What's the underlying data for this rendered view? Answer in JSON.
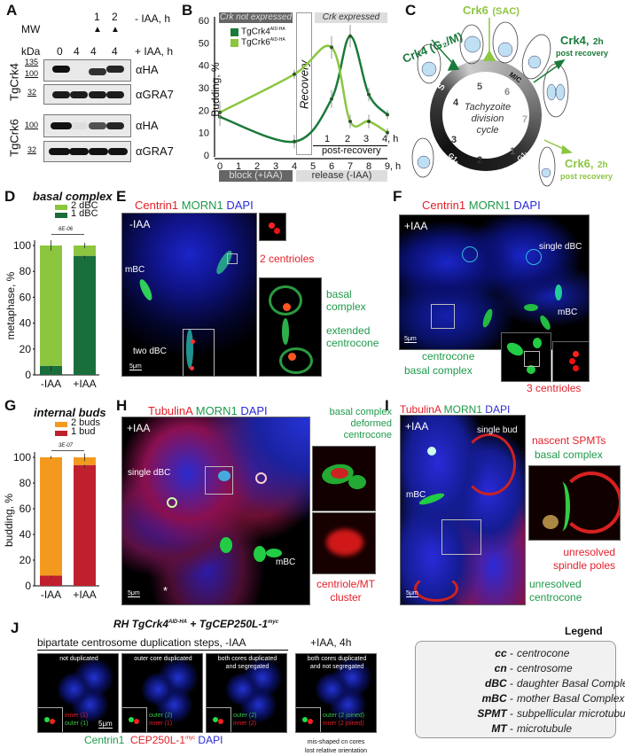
{
  "panel_labels": {
    "A": "A",
    "B": "B",
    "C": "C",
    "D": "D",
    "E": "E",
    "F": "F",
    "G": "G",
    "H": "H",
    "I": "I",
    "J": "J"
  },
  "panel_A": {
    "mw": "MW",
    "kda": "kDa",
    "minus_iaa": "- IAA, h",
    "plus_iaa": "+ IAA, h",
    "recovery_hours": [
      "1",
      "2"
    ],
    "lanes": [
      "0",
      "4",
      "4",
      "4"
    ],
    "rows": [
      {
        "protein": "TgCrk4",
        "blots": [
          {
            "antibody": "αHA",
            "markers": [
              "135",
              "100"
            ],
            "band_intensity": [
              1,
              0,
              0.85,
              0.9
            ]
          },
          {
            "antibody": "αGRA7",
            "markers": [
              "32"
            ],
            "band_intensity": [
              0.95,
              0.95,
              0.95,
              0.95
            ]
          }
        ]
      },
      {
        "protein": "TgCrk6",
        "blots": [
          {
            "antibody": "αHA",
            "markers": [
              "100"
            ],
            "band_intensity": [
              1,
              0.05,
              0.7,
              0.9
            ]
          },
          {
            "antibody": "αGRA7",
            "markers": [
              "32"
            ],
            "band_intensity": [
              1,
              1,
              1,
              1
            ]
          }
        ]
      }
    ]
  },
  "panel_B": {
    "top_left_band": "Crk not expressed",
    "top_right_band": "Crk expressed",
    "recovery": "Recovery",
    "post_ticks": [
      "1",
      "2",
      "3",
      "4, h"
    ],
    "post_label": "post-recovery",
    "block_label": "block (+IAA)",
    "release_label": "release (-IAA)"
  },
  "panel_C": {
    "crk4_g2m": "Crk4 (G₂/M)",
    "crk6_sac_name": "Crk6",
    "crk6_sac": "(SAC)",
    "center": [
      "Tachyzoite",
      "division",
      "cycle"
    ],
    "phases": [
      "S",
      "M/C",
      "G1ₑ",
      "G1ₗ"
    ],
    "numbers": [
      "1",
      "2",
      "3",
      "4",
      "5",
      "6",
      "7"
    ],
    "crk4_2h_name": "Crk4,",
    "crk4_2h_time": "2h",
    "crk4_2h_sub": "post recovery",
    "crk6_2h_name": "Crk6,",
    "crk6_2h_time": "2h",
    "crk6_2h_sub": "post recovery"
  },
  "panel_D": {
    "title": "basal complex",
    "pvalue": "6E-06"
  },
  "panel_G": {
    "title": "internal buds",
    "pvalue": "3E-07"
  },
  "panel_E": {
    "stain": [
      "Centrin1",
      "MORN1",
      "DAPI"
    ],
    "condition": "-IAA",
    "mbc": "mBC",
    "two_dbc": "two dBC",
    "scale": "5μm",
    "centrioles": "2 centrioles",
    "basal": [
      "basal",
      "complex"
    ],
    "extended": [
      "extended",
      "centrocone"
    ]
  },
  "panel_F": {
    "stain": [
      "Centrin1",
      "MORN1",
      "DAPI"
    ],
    "condition": "+IAA",
    "single_dbc": "single dBC",
    "mbc": "mBC",
    "scale": "5μm",
    "centrocone": "centrocone",
    "basal": "basal complex",
    "centrioles": "3 centrioles"
  },
  "panel_H": {
    "stain": [
      "TubulinA",
      "MORN1",
      "DAPI"
    ],
    "condition": "+IAA",
    "single_dbc": "single dBC",
    "mbc": "mBC",
    "asterisk": "*",
    "scale": "5μm",
    "top_labels": [
      "basal complex",
      "deformed",
      "centrocone"
    ],
    "bottom_labels": [
      "centriole/MT",
      "cluster"
    ]
  },
  "panel_I": {
    "stain": [
      "TubulinA",
      "MORN1",
      "DAPI"
    ],
    "condition": "+IAA",
    "single_bud": "single bud",
    "mbc": "mBC",
    "scale": "5μm",
    "nascent": "nascent SPMTs",
    "basal": "basal complex",
    "spindle": [
      "unresolved",
      "spindle poles"
    ],
    "centrocone": [
      "unresolved",
      "centrocone"
    ]
  },
  "panel_J": {
    "title_a": "RH TgCrk4",
    "title_a_sup": "AID-HA",
    "title_b": " + TgCEP250L-1",
    "title_b_sup": "myc",
    "subtitle": "bipartate centrosome duplication steps, -IAA",
    "iaa_title": "+IAA, 4h",
    "panels": [
      {
        "header": [
          "not duplicated"
        ],
        "lines": [
          [
            "inner (1)",
            "red"
          ],
          [
            "outer (1)",
            "green"
          ]
        ]
      },
      {
        "header": [
          "outer core duplicated"
        ],
        "lines": [
          [
            "outer (2)",
            "green"
          ],
          [
            "inner (1)",
            "red"
          ]
        ]
      },
      {
        "header": [
          "both cores duplicated",
          "and segregated"
        ],
        "lines": [
          [
            "outer (2)",
            "green"
          ],
          [
            "inner (2)",
            "red"
          ]
        ]
      },
      {
        "header": [
          "both cores duplicated",
          "and not segregated"
        ],
        "lines": [
          [
            "outer (2 joined)",
            "green"
          ],
          [
            "inner (2 joined)",
            "red"
          ]
        ]
      }
    ],
    "scale": "5μm",
    "stain_centrin": "Centrin1",
    "stain_cep": "CEP250L-1",
    "stain_cep_sup": "myc",
    "stain_dapi": "DAPI",
    "caption": [
      "mis-shaped cn cores",
      "lost relative orientation"
    ]
  },
  "legend": {
    "title": "Legend",
    "items": [
      {
        "abbr": "cc",
        "text": "centrocone"
      },
      {
        "abbr": "cn",
        "text": "centrosome"
      },
      {
        "abbr": "dBC",
        "text": "daughter Basal Complex"
      },
      {
        "abbr": "mBC",
        "text": "mother Basal Complex"
      },
      {
        "abbr": "SPMT",
        "text": "subpellicular microtubule"
      },
      {
        "abbr": "MT",
        "text": "microtubule"
      }
    ]
  },
  "colors": {
    "crk4": "#1a7a3a",
    "crk6": "#8cc63f",
    "one_dbc": "#1a6e3c",
    "two_dbc": "#8cc63f",
    "one_bud": "#c0202e",
    "two_buds": "#f39a1e"
  },
  "chart_data": [
    {
      "type": "line",
      "panel": "B",
      "x": [
        0,
        4,
        6,
        7,
        8,
        9
      ],
      "xticks": [
        "0",
        "1",
        "2",
        "3",
        "4",
        "5",
        "6",
        "7",
        "8",
        "9, h"
      ],
      "xlim": [
        0,
        9
      ],
      "ylabel": "Budding, %",
      "ylim": [
        0,
        60
      ],
      "yticks": [
        "0",
        "10",
        "20",
        "30",
        "40",
        "50",
        "60"
      ],
      "series": [
        {
          "name": "TgCrk4",
          "name_sup": "AID-HA",
          "values": [
            17,
            6,
            25,
            53,
            27,
            18
          ],
          "error": [
            4,
            3,
            4,
            5,
            3,
            2
          ]
        },
        {
          "name": "TgCrk6",
          "name_sup": "AID-HA",
          "values": [
            19,
            36,
            48,
            15,
            15,
            10
          ],
          "error": [
            5,
            2,
            5,
            3,
            3,
            2
          ]
        }
      ],
      "legend": "top-left"
    },
    {
      "type": "stacked-bar",
      "panel": "D",
      "categories": [
        "-IAA",
        "+IAA"
      ],
      "ylabel": "metaphase, %",
      "ylim": [
        0,
        100
      ],
      "yticks": [
        "0",
        "20",
        "40",
        "60",
        "80",
        "100"
      ],
      "series": [
        {
          "name": "1 dBC",
          "values": [
            7,
            92
          ],
          "error": [
            4,
            2
          ]
        },
        {
          "name": "2 dBC",
          "values": [
            93,
            8
          ],
          "error": [
            4,
            2
          ]
        }
      ],
      "legend": "top"
    },
    {
      "type": "stacked-bar",
      "panel": "G",
      "categories": [
        "-IAA",
        "+IAA"
      ],
      "ylabel": "budding, %",
      "ylim": [
        0,
        100
      ],
      "yticks": [
        "0",
        "20",
        "40",
        "60",
        "80",
        "100"
      ],
      "series": [
        {
          "name": "1 bud",
          "values": [
            8,
            94
          ],
          "error": [
            1,
            2
          ]
        },
        {
          "name": "2 buds",
          "values": [
            92,
            6
          ],
          "error": [
            1,
            3
          ]
        }
      ],
      "legend": "top"
    }
  ]
}
